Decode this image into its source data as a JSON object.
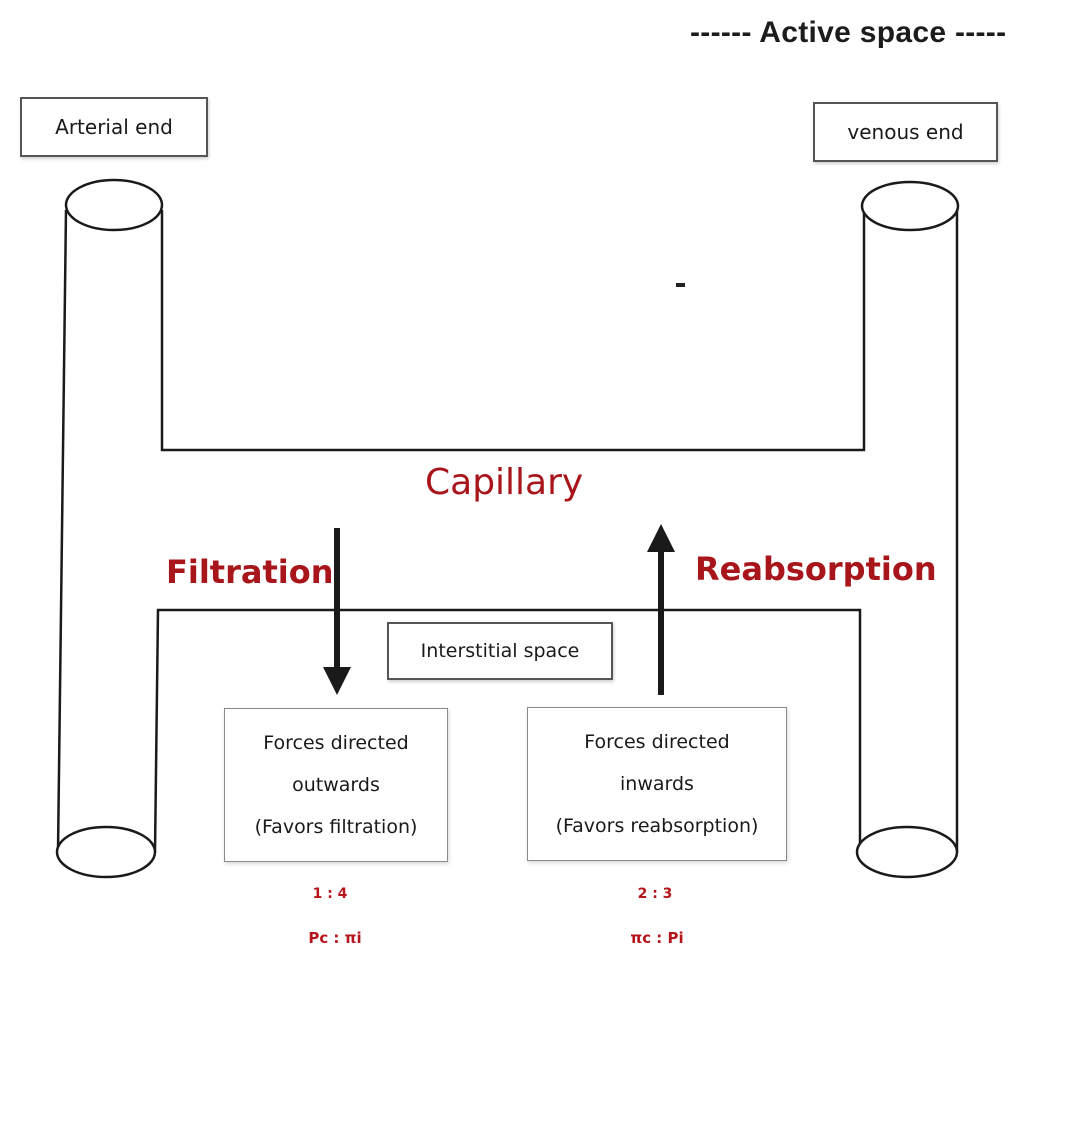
{
  "header": {
    "title": "------ Active space -----"
  },
  "labels": {
    "arterial_end": "Arterial end",
    "venous_end": "venous end",
    "capillary": "Capillary",
    "filtration": "Filtration",
    "reabsorption": "Reabsorption",
    "interstitial_space": "Interstitial space"
  },
  "outward_forces": {
    "line1": "Forces directed",
    "line2": "outwards",
    "line3": "(Favors filtration)",
    "ratio": "1 : 4",
    "formula": "Pc : πi"
  },
  "inward_forces": {
    "line1": "Forces directed",
    "line2": "inwards",
    "line3": "(Favors reabsorption)",
    "ratio": "2 : 3",
    "formula": "πc : Pi"
  },
  "colors": {
    "accent_red": "#a8151b",
    "outline": "#1a1a1a"
  },
  "icons": {
    "filtration_arrow": "arrow-down-icon",
    "reabsorption_arrow": "arrow-up-icon"
  }
}
